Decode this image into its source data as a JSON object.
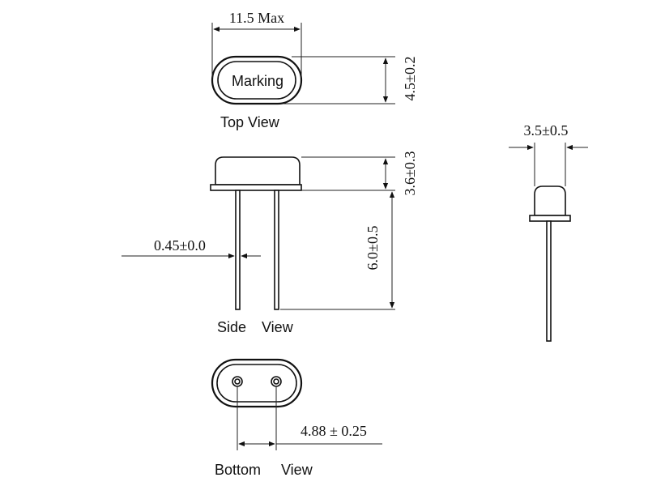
{
  "dimensions": {
    "width_max": "11.5 Max",
    "height_top": "4.5±0.2",
    "body_height": "3.6±0.3",
    "lead_length": "6.0±0.5",
    "lead_diameter": "0.45±0.0",
    "pin_spacing": "4.88 ± 0.25",
    "body_thickness": "3.5±0.5"
  },
  "views": {
    "top": {
      "label": "Top View",
      "marking": "Marking"
    },
    "side": {
      "label_left": "Side",
      "label_right": "View"
    },
    "bottom": {
      "label_left": "Bottom",
      "label_right": "View"
    }
  },
  "colors": {
    "line": "#111111",
    "background": "#ffffff"
  }
}
